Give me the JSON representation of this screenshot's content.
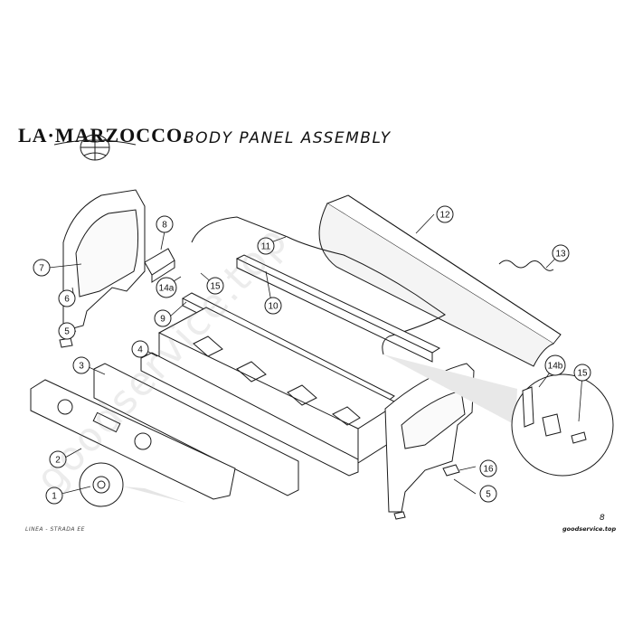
{
  "header": {
    "logo_text": "LA·MARZOCCO.",
    "title": "BODY PANEL ASSEMBLY"
  },
  "callouts": [
    {
      "id": "c1",
      "label": "1"
    },
    {
      "id": "c2",
      "label": "2"
    },
    {
      "id": "c3",
      "label": "3"
    },
    {
      "id": "c4",
      "label": "4"
    },
    {
      "id": "c5a",
      "label": "5"
    },
    {
      "id": "c5b",
      "label": "5"
    },
    {
      "id": "c6",
      "label": "6"
    },
    {
      "id": "c7",
      "label": "7"
    },
    {
      "id": "c8",
      "label": "8"
    },
    {
      "id": "c9",
      "label": "9"
    },
    {
      "id": "c10",
      "label": "10"
    },
    {
      "id": "c11",
      "label": "11"
    },
    {
      "id": "c12",
      "label": "12"
    },
    {
      "id": "c13",
      "label": "13"
    },
    {
      "id": "c14a",
      "label": "14a"
    },
    {
      "id": "c14b",
      "label": "14b"
    },
    {
      "id": "c15a",
      "label": "15"
    },
    {
      "id": "c15b",
      "label": "15"
    },
    {
      "id": "c16",
      "label": "16"
    }
  ],
  "footer": {
    "model": "LINEA - STRADA EE",
    "page_number": "8",
    "site": "goodservice.top"
  },
  "watermark": "goodservice.top",
  "colors": {
    "line": "#1a1a1a",
    "fill": "#ffffff",
    "shade": "#cfcfcf",
    "watermark": "#969696"
  }
}
